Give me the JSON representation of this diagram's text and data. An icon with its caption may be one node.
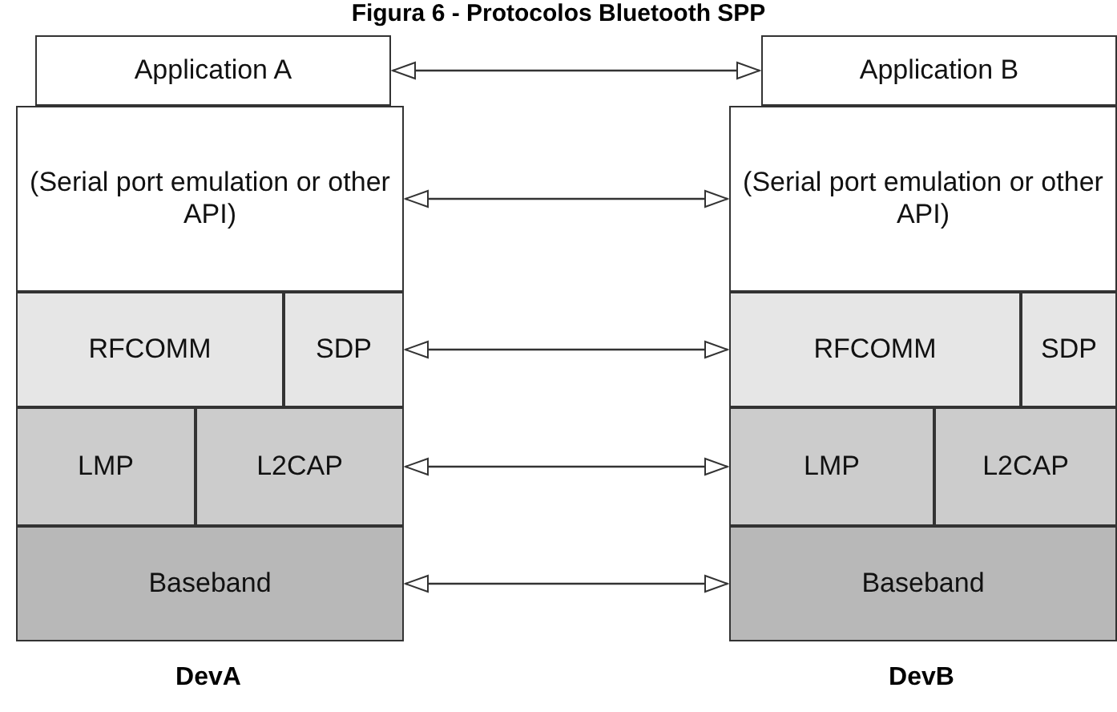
{
  "diagram": {
    "title": "Figura 6 - Protocolos Bluetooth SPP",
    "nodes": [
      {
        "text": [
          "Application A"
        ]
      },
      {
        "text": [
          "(Serial port emulation or other API)"
        ]
      },
      {
        "text": [
          "RFCOMM"
        ]
      },
      {
        "text": [
          "SDP"
        ]
      },
      {
        "text": [
          "LMP"
        ]
      },
      {
        "text": [
          "L2CAP"
        ]
      },
      {
        "text": [
          "Baseband"
        ]
      },
      {
        "text": [
          "Application B"
        ]
      },
      {
        "text": [
          "(Serial port emulation or other API)"
        ]
      },
      {
        "text": [
          "RFCOMM"
        ]
      },
      {
        "text": [
          "SDP"
        ]
      },
      {
        "text": [
          "LMP"
        ]
      },
      {
        "text": [
          "L2CAP"
        ]
      },
      {
        "text": [
          "Baseband"
        ]
      }
    ],
    "edges": [
      {
        "from": 0,
        "to": 7,
        "arrow": "both"
      },
      {
        "from": 1,
        "to": 8,
        "arrow": "both"
      },
      {
        "from": 3,
        "to": 9,
        "arrow": "both"
      },
      {
        "from": 5,
        "to": 11,
        "arrow": "both"
      },
      {
        "from": 6,
        "to": 13,
        "arrow": "both"
      }
    ],
    "labels": [
      "DevA",
      "DevB"
    ]
  }
}
